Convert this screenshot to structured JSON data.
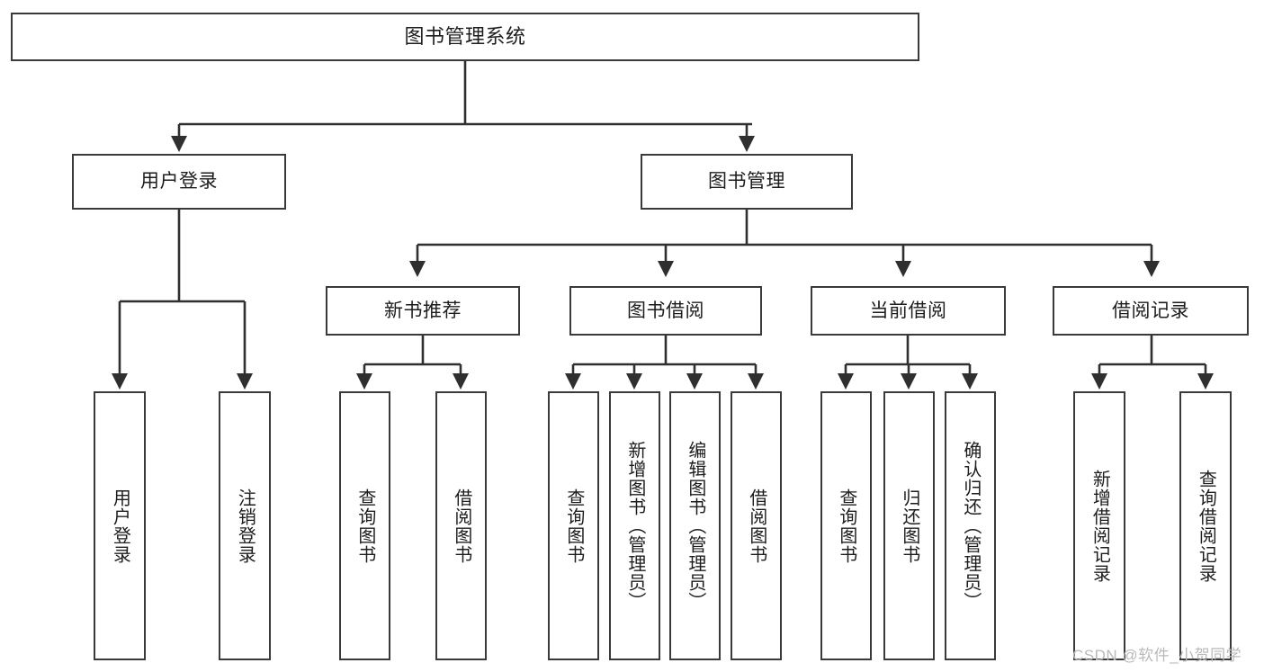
{
  "diagram": {
    "title": "图书管理系统",
    "type": "tree-hierarchy-diagram",
    "colors": {
      "box_border": "#3a3a3a",
      "box_fill": "#ffffff",
      "connector": "#2f2f2f",
      "text": "#1d1d1d",
      "watermark": "#b9b9b9"
    },
    "root": {
      "label": "图书管理系统"
    },
    "level2": [
      {
        "label": "用户登录"
      },
      {
        "label": "图书管理"
      }
    ],
    "level3": [
      {
        "label": "新书推荐"
      },
      {
        "label": "图书借阅"
      },
      {
        "label": "当前借阅"
      },
      {
        "label": "借阅记录"
      }
    ],
    "leaves": {
      "user_login": [
        {
          "label": "用户登录"
        },
        {
          "label": "注销登录"
        }
      ],
      "new_book_recommend": [
        {
          "label": "查询图书"
        },
        {
          "label": "借阅图书"
        }
      ],
      "book_borrow": [
        {
          "label": "查询图书"
        },
        {
          "label": "新增图书（管理员）"
        },
        {
          "label": "编辑图书（管理员）"
        },
        {
          "label": "借阅图书"
        }
      ],
      "current_borrow": [
        {
          "label": "查询图书"
        },
        {
          "label": "归还图书"
        },
        {
          "label": "确认归还（管理员）"
        }
      ],
      "borrow_record": [
        {
          "label": "新增借阅记录"
        },
        {
          "label": "查询借阅记录"
        }
      ]
    },
    "watermark": "CSDN @软件_小贺同学"
  }
}
